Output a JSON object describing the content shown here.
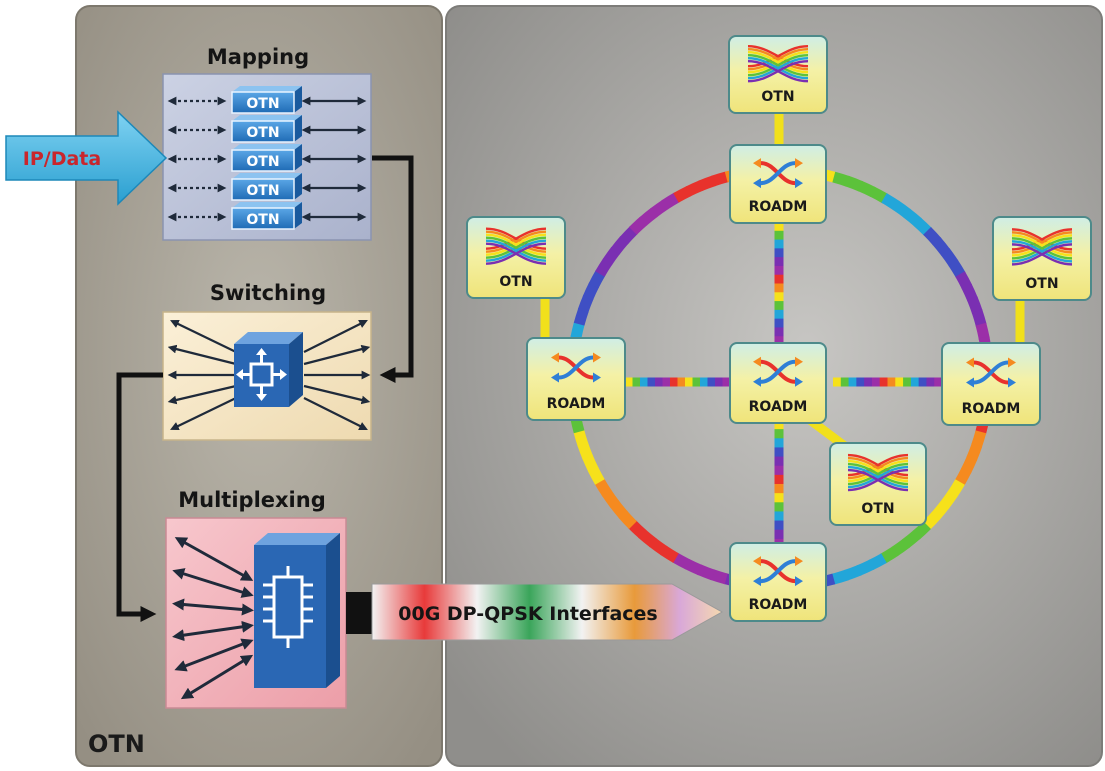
{
  "left_panel": {
    "title": "OTN",
    "mapping": {
      "title": "Mapping",
      "input_arrow_label": "IP/Data",
      "containers": [
        "OTN",
        "OTN",
        "OTN",
        "OTN",
        "OTN"
      ]
    },
    "switching": {
      "title": "Switching"
    },
    "multiplexing": {
      "title": "Multiplexing"
    },
    "interface_arrow_label": "00G DP-QPSK Interfaces"
  },
  "network": {
    "roadm_label": "ROADM",
    "otn_label": "OTN",
    "roadm_nodes": [
      "top",
      "left",
      "center",
      "right",
      "bottom"
    ],
    "otn_nodes": [
      "top",
      "left",
      "right",
      "center-right"
    ]
  },
  "colors": {
    "panel_left": "#a8a397",
    "panel_right": "#a9a8a5",
    "mapping_box": "#bcc3d8",
    "switching_box": "#f6e6c4",
    "multiplexing_box": "#f3b8c0",
    "otn_block": "#2b7dc8",
    "node_fill": "#f3ef9c",
    "node_border": "#4d8a8a",
    "ip_arrow": "#3bb0dd",
    "ip_text": "#c9262c",
    "yellow_link": "#f1e01b"
  }
}
